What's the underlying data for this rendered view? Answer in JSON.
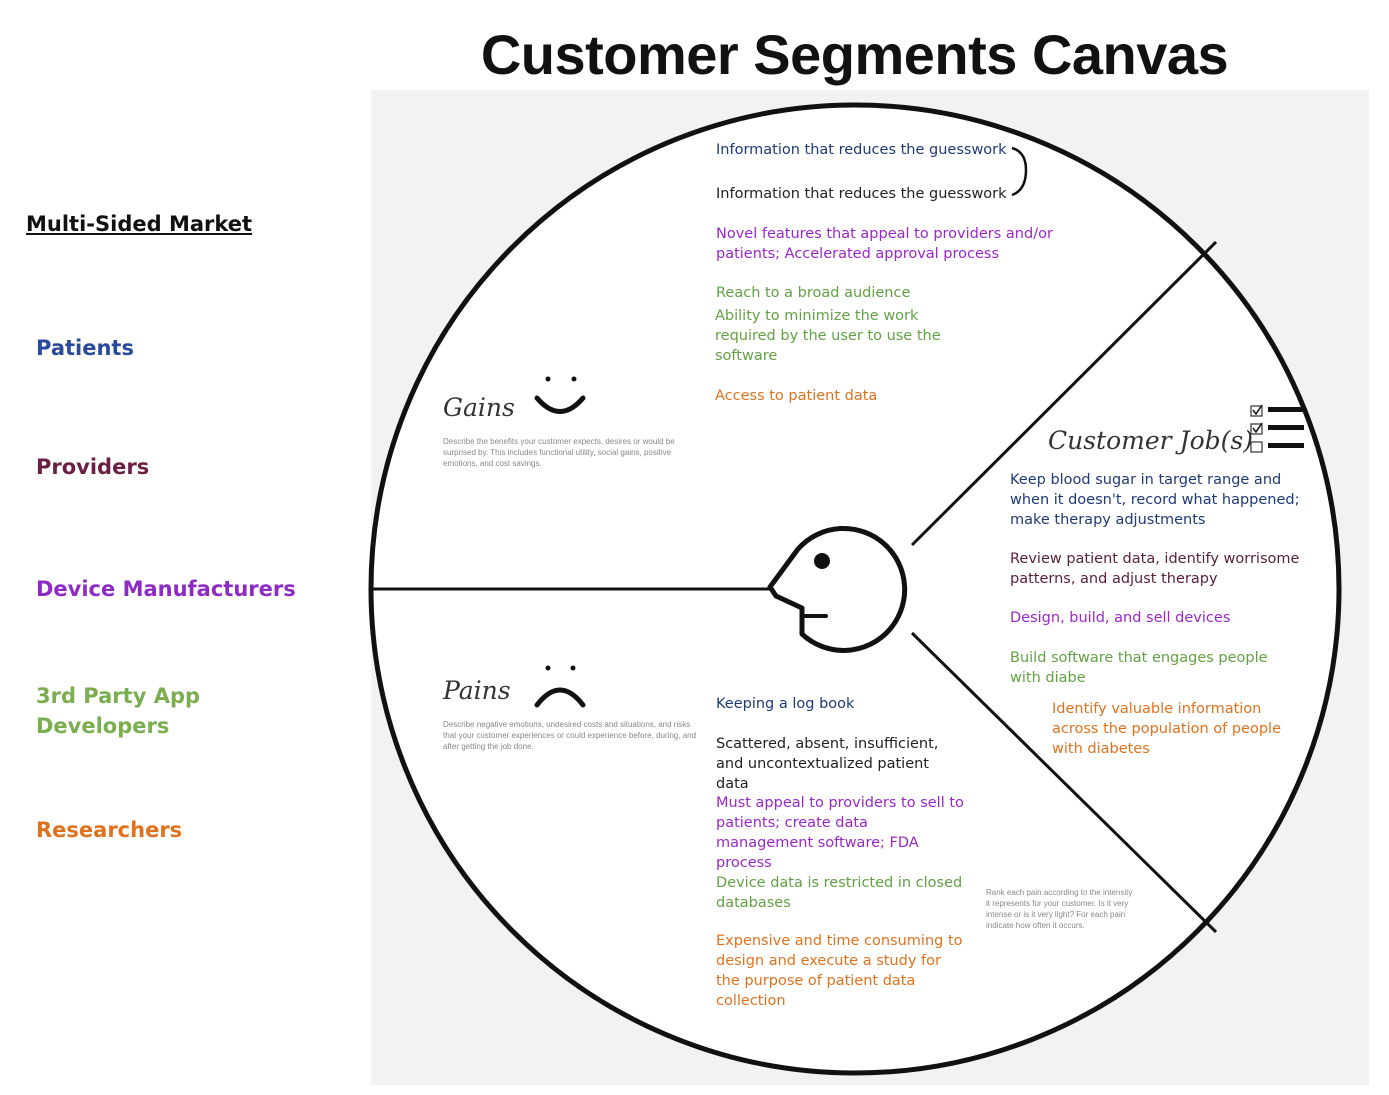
{
  "title": "Customer Segments Canvas",
  "segments": {
    "heading": "Multi-Sided Market",
    "items": [
      {
        "label": "Patients",
        "color": "#2a4a9c"
      },
      {
        "label": "Providers",
        "color": "#6a1f45"
      },
      {
        "label": "Device Manufacturers",
        "color": "#8e2bc4"
      },
      {
        "label": "3rd Party App Developers",
        "color": "#7aae4f"
      },
      {
        "label": "Researchers",
        "color": "#e0721e"
      }
    ]
  },
  "gains": {
    "heading": "Gains",
    "description": "Describe the benefits your customer expects, desires or would be surprised by. This includes functional utility, social gains, positive emotions, and cost savings.",
    "items": [
      "Information that reduces the guesswork",
      "Information that reduces the guesswork",
      "Novel features that appeal to providers and/or patients; Accelerated approval process",
      "Reach to a broad audience",
      "Ability to minimize the work required by the user to use the software",
      "Access to patient data"
    ]
  },
  "pains": {
    "heading": "Pains",
    "description": "Describe negative emotions, undesired costs and situations, and risks that your customer experiences or could experience before, during, and after getting the job done.",
    "items": [
      "Keeping a log book",
      "Scattered, absent, insufficient, and uncontextualized patient data",
      "Must appeal to providers to sell to patients; create data management software; FDA process",
      "Device data is restricted in closed databases",
      "Expensive and time consuming to design and execute a study for the purpose of patient data collection"
    ],
    "rank_note": "Rank each pain according to the intensity it represents for your customer. Is it very intense or is it very light? For each pain indicate how often it occurs."
  },
  "jobs": {
    "heading": "Customer Job(s)",
    "items": [
      "Keep blood sugar in target range and when it doesn't, record what happened; make therapy adjustments",
      "Review patient data, identify worrisome patterns, and adjust therapy",
      "Design, build, and sell devices",
      "Build software that engages people with diabe",
      "Identify valuable information across the population of people with diabetes"
    ]
  },
  "icons": [
    "smile-icon",
    "frown-icon",
    "checklist-icon",
    "customer-head-icon"
  ]
}
